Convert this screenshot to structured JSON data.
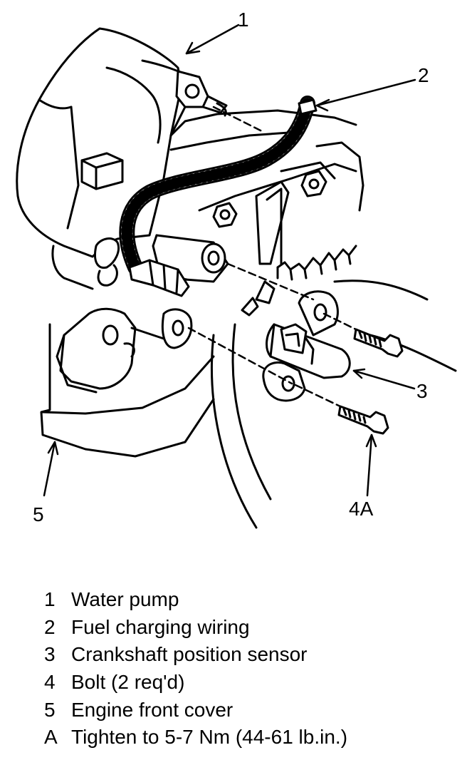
{
  "callouts": {
    "water_pump": "1",
    "fuel_wiring": "2",
    "sensor": "3",
    "bolt": "4A",
    "front_cover": "5"
  },
  "legend": [
    {
      "key": "1",
      "text": "Water pump"
    },
    {
      "key": "2",
      "text": "Fuel charging wiring"
    },
    {
      "key": "3",
      "text": "Crankshaft position sensor"
    },
    {
      "key": "4",
      "text": "Bolt (2 req'd)"
    },
    {
      "key": "5",
      "text": "Engine front cover"
    },
    {
      "key": "A",
      "text": "Tighten to 5-7 Nm (44-61 lb.in.)"
    }
  ]
}
